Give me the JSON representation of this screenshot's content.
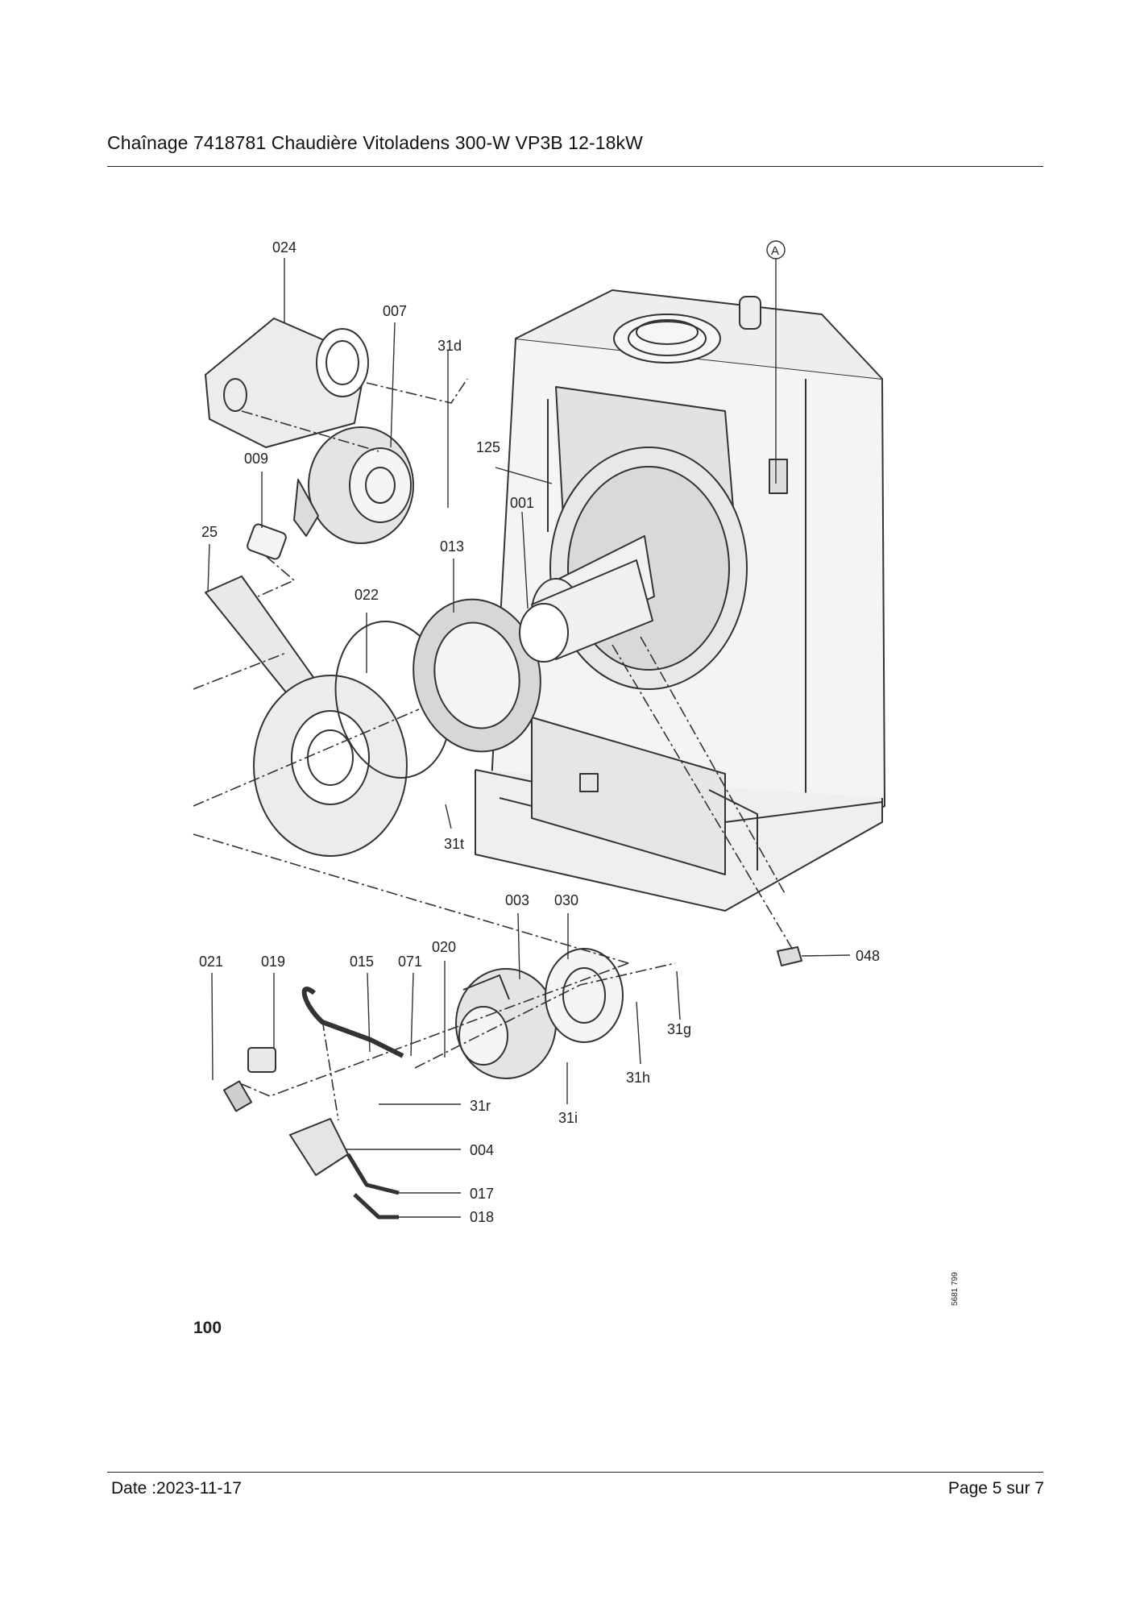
{
  "header": {
    "title": "Chaînage 7418781 Chaudière Vitoladens 300-W VP3B 12-18kW"
  },
  "diagram": {
    "parts": [
      "024",
      "007",
      "31d",
      "009",
      "25",
      "125",
      "001",
      "013",
      "022",
      "31t",
      "003",
      "030",
      "020",
      "021",
      "019",
      "015",
      "071",
      "31g",
      "31h",
      "31r",
      "31i",
      "004",
      "017",
      "018",
      "048"
    ],
    "callout_A": "A",
    "figure_number": "100",
    "drawing_ref": "5681 799"
  },
  "footer": {
    "date": "Date :2023-11-17",
    "page": "Page 5 sur  7"
  }
}
